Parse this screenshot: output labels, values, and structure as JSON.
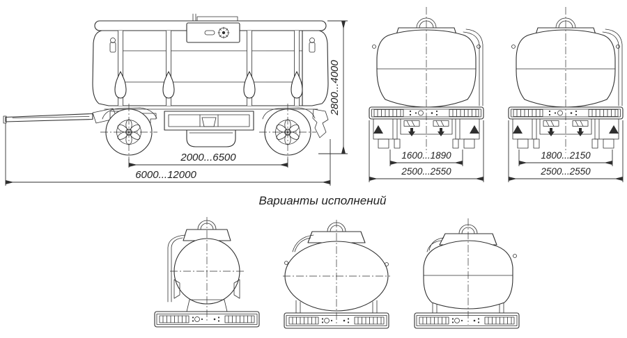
{
  "title": "Варианты исполнений",
  "side_view": {
    "wheelbase_range": "2000...6500",
    "length_range": "6000...12000",
    "height_range": "2800...4000"
  },
  "rear_view_narrow": {
    "track_range": "1600...1890",
    "width_range": "2500...2550"
  },
  "rear_view_wide": {
    "track_range": "1800...2150",
    "width_range": "2500...2550"
  },
  "icons": {
    "hatch_gear": "gear-icon"
  },
  "colors": {
    "line": "#2f2f2f",
    "text": "#1f1f1f",
    "background": "#ffffff"
  }
}
